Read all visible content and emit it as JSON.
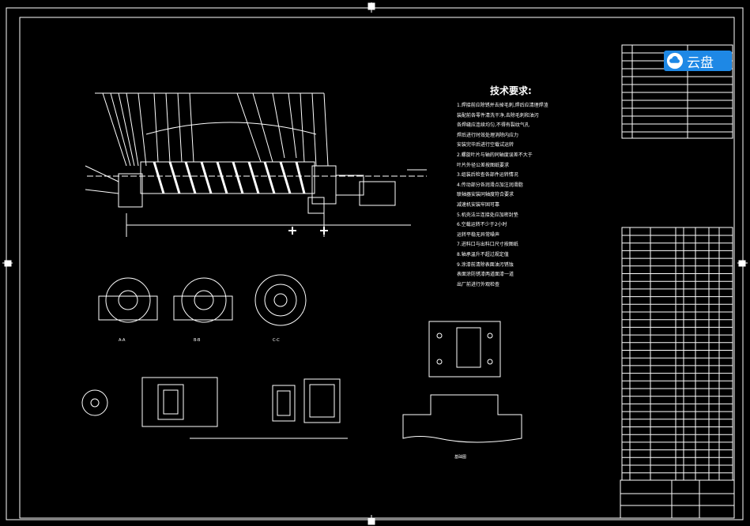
{
  "drawing": {
    "tech_title": "技术要求:",
    "tech_lines": [
      "1.焊接前应除锈并去掉毛刺,焊后应清理焊渣",
      "装配前各零件清洗干净,去除毛刺和油污",
      "各焊缝应连续均匀,不得有裂纹气孔",
      "焊后进行时效处理消除内应力",
      "安装完毕后进行空载试运转",
      "2.螺旋叶片与轴的同轴度误差不大于",
      "叶片外径公差按图纸要求",
      "3.组装后检查各部件运转情况",
      "4.传动部分各润滑点加注润滑脂",
      "联轴器安装同轴度符合要求",
      "减速机安装牢固可靠",
      "5.机壳法兰连接处应加密封垫",
      "6.空载运转不少于2小时",
      "运转平稳无异常噪声",
      "7.进料口与出料口尺寸按图纸",
      "8.轴承温升不超过规定值",
      "9.涂漆前清除表面油污锈蚀",
      "表面涂防锈漆两道面漆一道",
      "出厂前进行外观检查"
    ],
    "watermark": "云盘",
    "section_labels": [
      "A-A",
      "B-B",
      "C-C",
      "基础图"
    ]
  },
  "colors": {
    "line": "#ffffff",
    "badge": "#1e88e5"
  }
}
